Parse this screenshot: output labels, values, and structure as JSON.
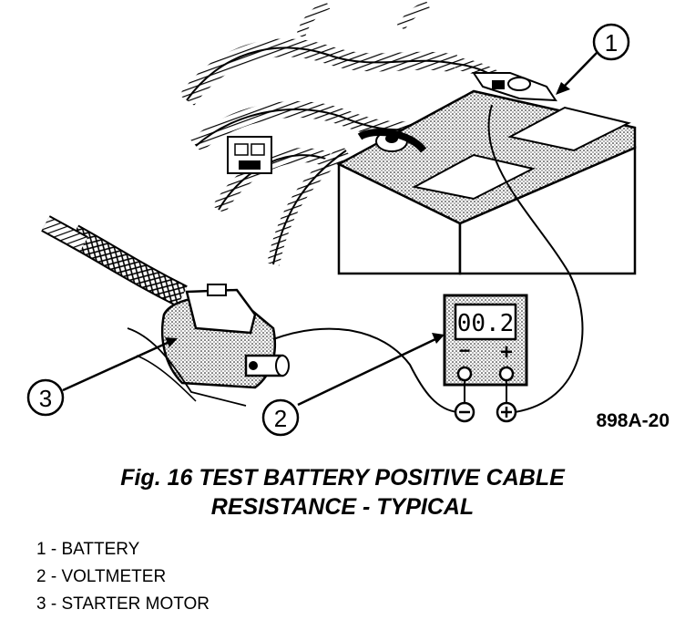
{
  "figure": {
    "reference_code": "898A-20",
    "caption_line1": "Fig. 16 TEST BATTERY POSITIVE CABLE",
    "caption_line2": "RESISTANCE - TYPICAL"
  },
  "callouts": [
    {
      "number": "1",
      "label": "BATTERY"
    },
    {
      "number": "2",
      "label": "VOLTMETER"
    },
    {
      "number": "3",
      "label": "STARTER MOTOR"
    }
  ],
  "legend": [
    "1 - BATTERY",
    "2 - VOLTMETER",
    "3 - STARTER MOTOR"
  ],
  "voltmeter": {
    "display": "00.2",
    "minus_symbol": "−",
    "plus_symbol": "+"
  }
}
